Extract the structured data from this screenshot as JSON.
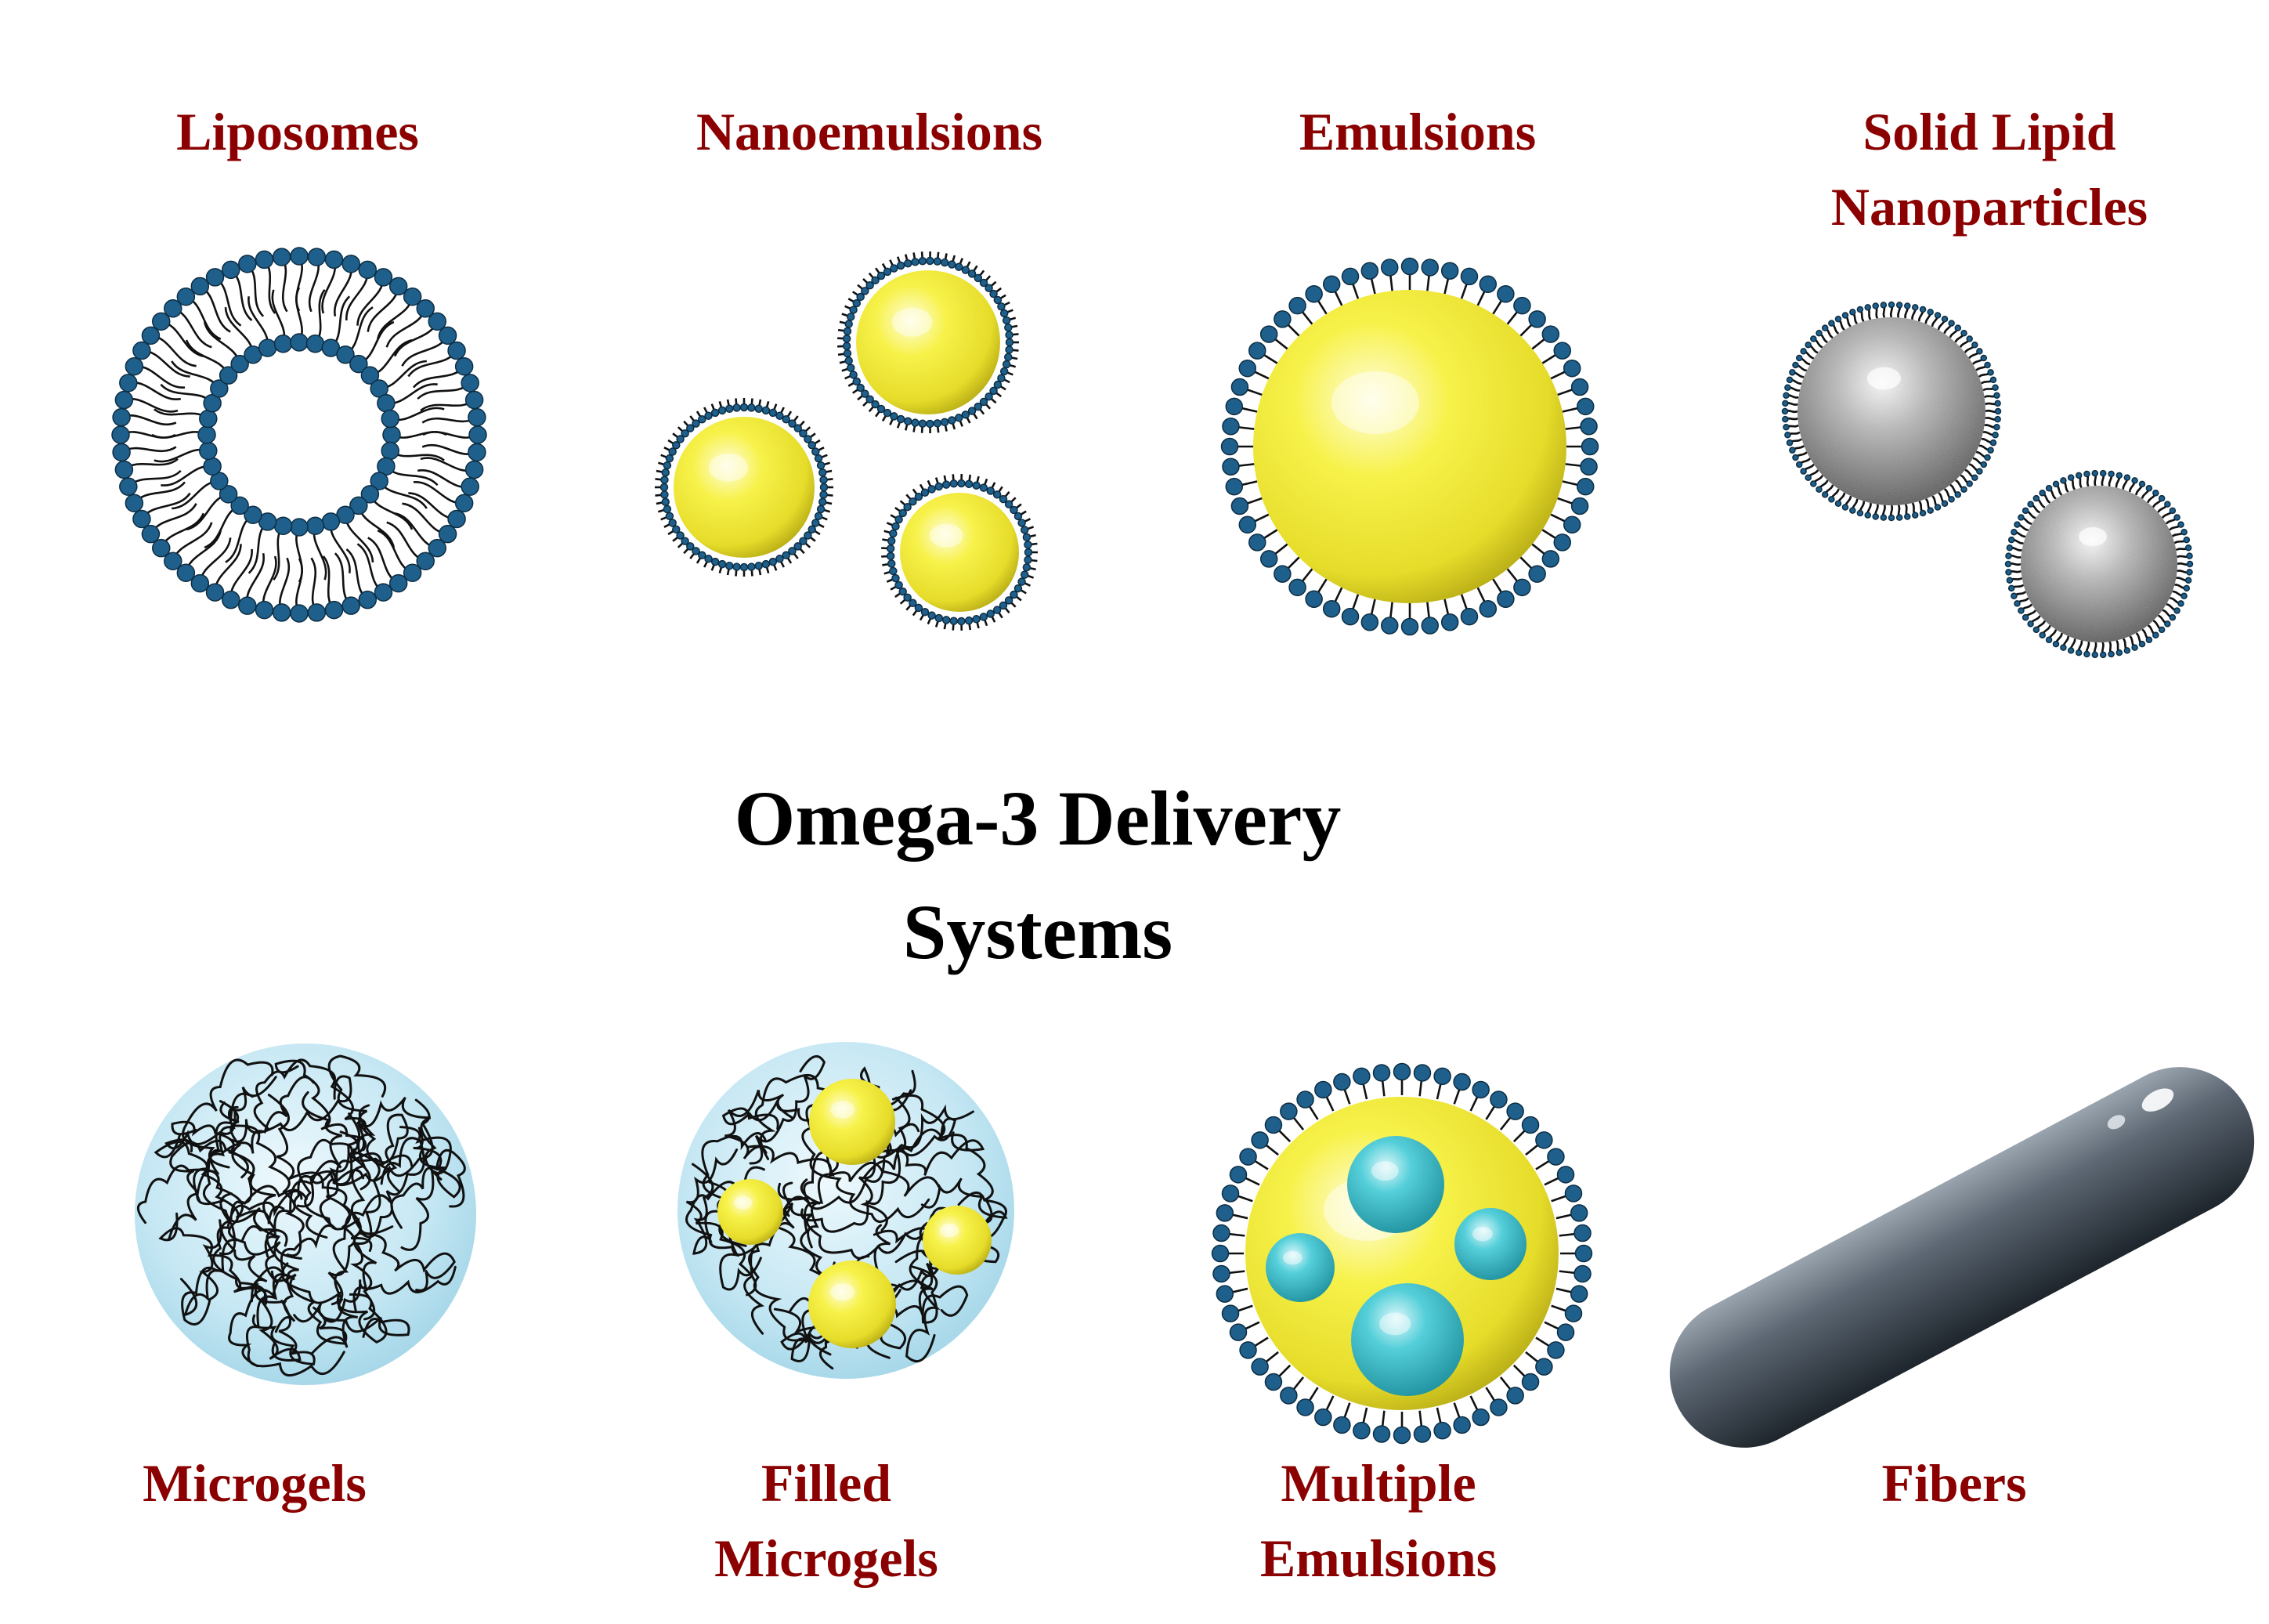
{
  "title": {
    "line1": "Omega-3 Delivery",
    "line2": "Systems"
  },
  "labels": {
    "liposomes": "Liposomes",
    "nanoemulsions": "Nanoemulsions",
    "emulsions": "Emulsions",
    "sln_line1": "Solid Lipid",
    "sln_line2": "Nanoparticles",
    "microgels": "Microgels",
    "filled_line1": "Filled",
    "filled_line2": "Microgels",
    "multiple_line1": "Multiple",
    "multiple_line2": "Emulsions",
    "fibers": "Fibers"
  },
  "colors": {
    "label": "#8b0000",
    "title": "#000000",
    "headgroup": "#1f5f8b",
    "oil": "#f2ec3c",
    "gel": "#bfe3f0",
    "inner_droplet": "#3fbcc8",
    "solid": "#9a9a9a",
    "fiber": "#4a5663"
  }
}
